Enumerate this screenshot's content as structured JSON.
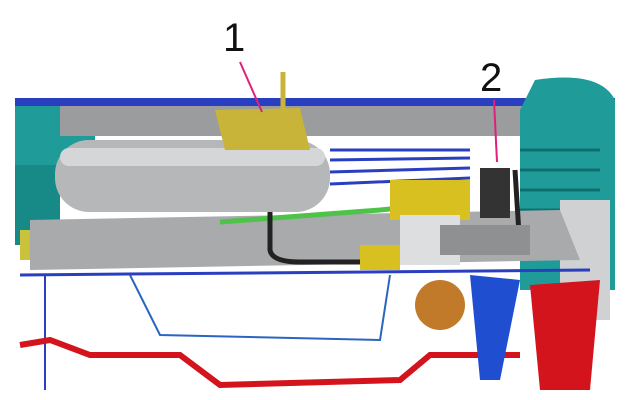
{
  "diagram": {
    "callouts": [
      {
        "label": "1",
        "target": "air-valve-bracket"
      },
      {
        "label": "2",
        "target": "control-module"
      }
    ],
    "colors": {
      "frame": "#2a3fc0",
      "tank": "#b5b7b9",
      "teal": "#1f9c9a",
      "red": "#d4141c",
      "yellow": "#d8c020",
      "green": "#4fc24a",
      "leader": "#e0207a"
    }
  }
}
